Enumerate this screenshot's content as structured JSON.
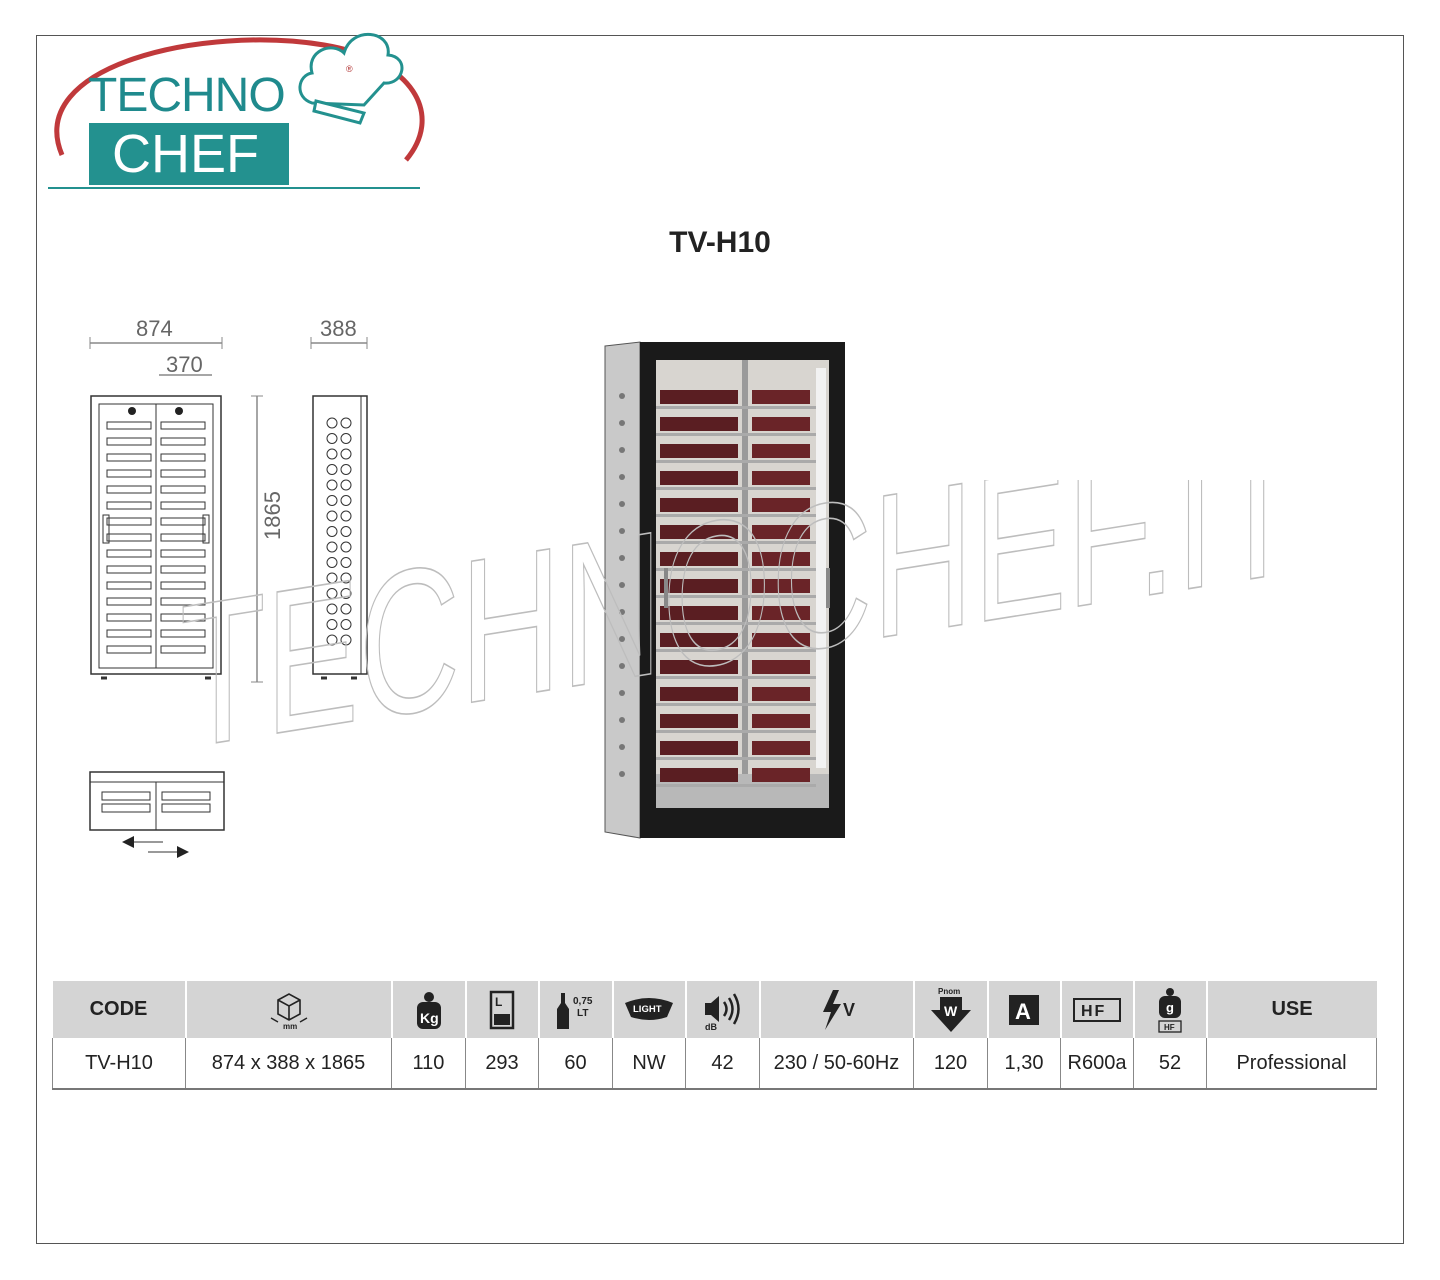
{
  "logo": {
    "line1": "TECHNO",
    "line2": "CHEF",
    "reg": "®",
    "colors": {
      "teal": "#23918f",
      "arc": "#c0393b"
    }
  },
  "product": {
    "title": "TV-H10"
  },
  "drawing": {
    "dims": {
      "width": "874",
      "inner": "370",
      "depth": "388",
      "height": "1865"
    }
  },
  "watermark": "TECHNOCHEF.IT",
  "specs": {
    "headers": {
      "code": "CODE",
      "dims_unit": "mm",
      "weight_unit": "Kg",
      "bottle_size": "0,75",
      "bottle_unit": "LT",
      "light": "LIGHT",
      "noise_unit": "dB",
      "voltage_unit": "V",
      "power_label": "Pnom",
      "power_unit": "W",
      "current_unit": "A",
      "gas": "HF",
      "gas_weight_unit": "g",
      "gas_weight_sub": "HF",
      "use": "USE"
    },
    "row": {
      "code": "TV-H10",
      "dimensions": "874 x 388 x 1865",
      "weight": "110",
      "volume": "293",
      "bottles": "60",
      "light": "NW",
      "noise": "42",
      "voltage": "230 / 50-60Hz",
      "power": "120",
      "current": "1,30",
      "refrigerant": "R600a",
      "gas_weight": "52",
      "use": "Professional"
    }
  }
}
